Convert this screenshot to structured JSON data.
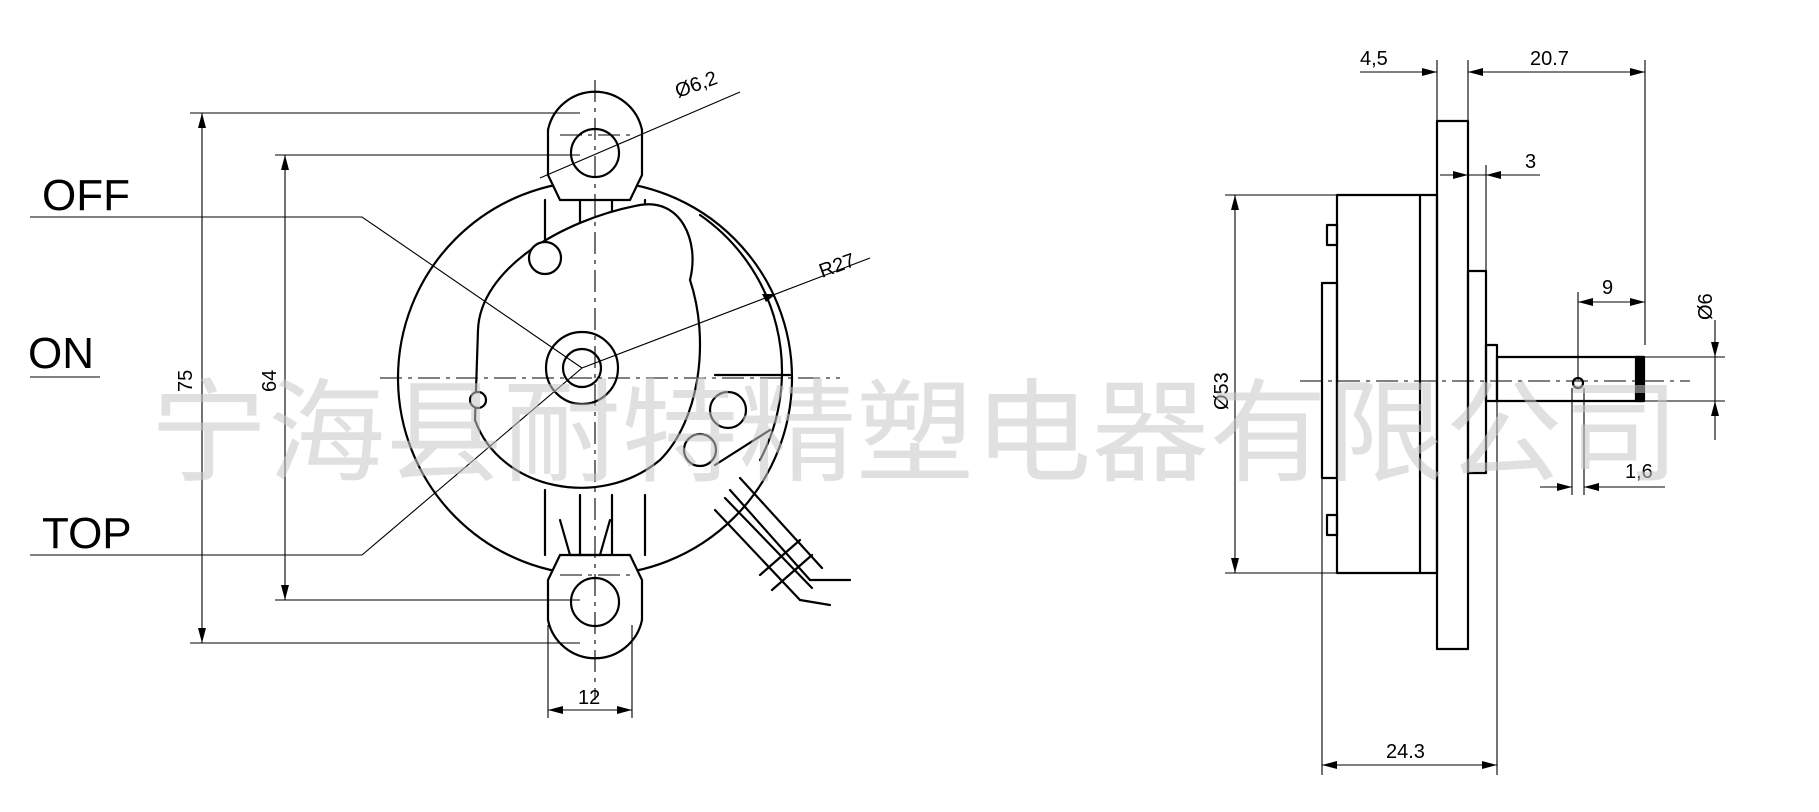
{
  "labels": {
    "off": "OFF",
    "on": "ON",
    "top": "TOP"
  },
  "dimensions": {
    "hole_dia": "Ø6,2",
    "radius": "R27",
    "height_overall": "75",
    "height_holes": "64",
    "tab_width": "12",
    "flange_thickness": "4,5",
    "shaft_length": "20.7",
    "boss_height": "3",
    "shaft_flat_length": "9",
    "shaft_dia": "Ø6",
    "body_dia": "Ø53",
    "pin_dia": "1,6",
    "body_depth": "24.3"
  },
  "watermark": "宁海县耐特精塑电器有限公司",
  "colors": {
    "line": "#000000",
    "background": "#ffffff",
    "watermark": "#c8c8c8"
  }
}
